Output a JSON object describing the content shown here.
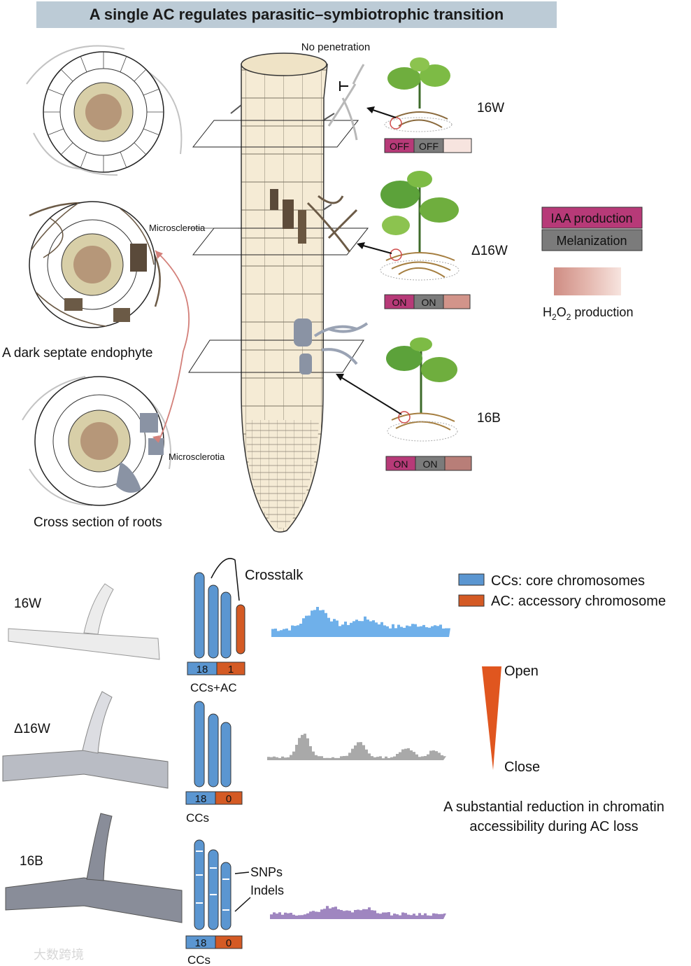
{
  "title": "A single AC regulates parasitic–symbiotrophic transition",
  "labels": {
    "no_penetration": "No penetration",
    "microsclerotia": "Microsclerotia",
    "dse": "A dark septate endophyte",
    "cross_section": "Cross section of roots",
    "crosstalk": "Crosstalk",
    "snps": "SNPs",
    "indels": "Indels",
    "open": "Open",
    "close": "Close",
    "reduction_line1": "A substantial reduction in chromatin",
    "reduction_line2": "accessibility during AC loss",
    "watermark": "大数跨境"
  },
  "legend": {
    "iaa": "IAA production",
    "melanization": "Melanization",
    "h2o2_main": "H",
    "h2o2_sub1": "2",
    "h2o2_mid": "O",
    "h2o2_sub2": "2",
    "h2o2_rest": " production",
    "cc": "CCs: core chromosomes",
    "ac": "AC: accessory chromosome"
  },
  "strains": [
    {
      "name": "16W",
      "iaa": "OFF",
      "mel": "OFF",
      "h2o2": "#f7e4df"
    },
    {
      "name": "Δ16W",
      "iaa": "ON",
      "mel": "ON",
      "h2o2": "#d2948a"
    },
    {
      "name": "16B",
      "iaa": "ON",
      "mel": "ON",
      "h2o2": "#b87e78"
    }
  ],
  "karyotypes": [
    {
      "strain": "16W",
      "cc": "18",
      "ac": "1",
      "label": "CCs+AC"
    },
    {
      "strain": "Δ16W",
      "cc": "18",
      "ac": "0",
      "label": "CCs"
    },
    {
      "strain": "16B",
      "cc": "18",
      "ac": "0",
      "label": "CCs"
    }
  ],
  "colors": {
    "iaa": "#b73a78",
    "melanization": "#7b7b7b",
    "core_chromosome": "#5b96d1",
    "accessory_chromosome": "#d45a24",
    "atac_16W": "#6fb0ea",
    "atac_d16W": "#a9a9a9",
    "atac_16B": "#9f86c0",
    "gradient": "#e0561f"
  }
}
